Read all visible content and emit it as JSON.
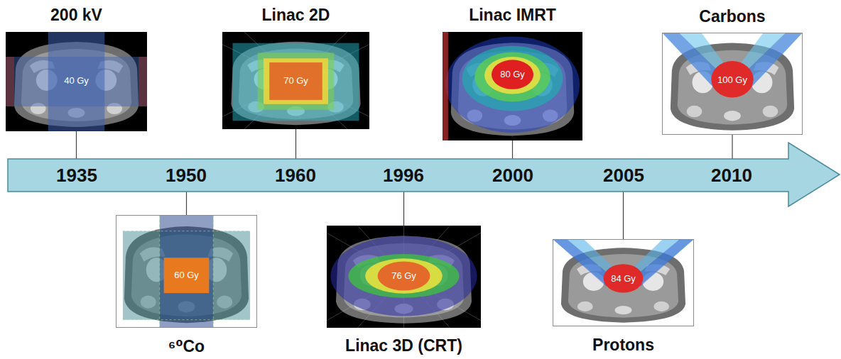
{
  "diagram": {
    "nodes": [
      {
        "text": [
          "1935",
          "1950",
          "1960",
          "1996",
          "2000",
          "2005",
          "2010"
        ]
      },
      {
        "text": [
          "200 kV",
          "40 Gy"
        ]
      },
      {
        "text": [
          "⁶⁰Co",
          "60 Gy"
        ]
      },
      {
        "text": [
          "Linac 2D",
          "70 Gy"
        ]
      },
      {
        "text": [
          "Linac 3D (CRT)",
          "76 Gy"
        ]
      },
      {
        "text": [
          "Linac IMRT",
          "80 Gy"
        ]
      },
      {
        "text": [
          "Protons",
          "84 Gy"
        ]
      },
      {
        "text": [
          "Carbons",
          "100 Gy"
        ]
      }
    ],
    "edges": [
      {
        "from": 1,
        "to": 0,
        "arrow": "none"
      },
      {
        "from": 2,
        "to": 0,
        "arrow": "none"
      },
      {
        "from": 3,
        "to": 0,
        "arrow": "none"
      },
      {
        "from": 4,
        "to": 0,
        "arrow": "none"
      },
      {
        "from": 5,
        "to": 0,
        "arrow": "none"
      },
      {
        "from": 6,
        "to": 0,
        "arrow": "none"
      },
      {
        "from": 7,
        "to": 0,
        "arrow": "none"
      }
    ]
  }
}
